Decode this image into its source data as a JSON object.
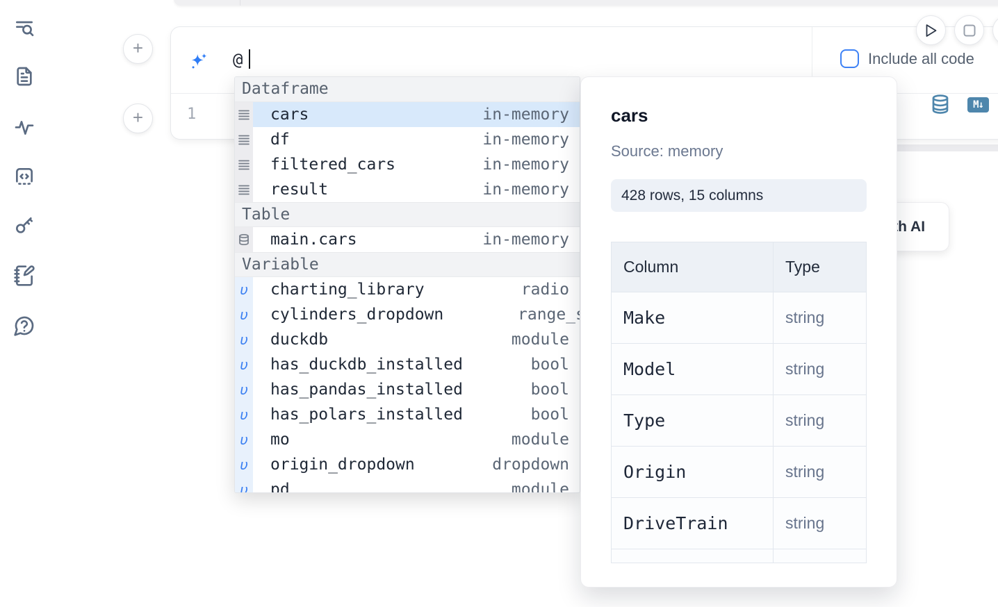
{
  "sidebar": {
    "items": [
      {
        "icon": "list-search-icon"
      },
      {
        "icon": "file-text-icon"
      },
      {
        "icon": "activity-icon"
      },
      {
        "icon": "code-block-icon"
      },
      {
        "icon": "key-icon"
      },
      {
        "icon": "notebook-pen-icon"
      },
      {
        "icon": "help-chat-icon"
      }
    ]
  },
  "run_controls": {
    "run_icon": "play",
    "stop_icon": "square"
  },
  "cell": {
    "ai_input": {
      "value": "@"
    },
    "include_all_code": {
      "label": "Include all code",
      "checked": false
    },
    "editor": {
      "line_number": "1"
    },
    "language_buttons": [
      {
        "icon": "database-icon"
      },
      {
        "icon": "markdown-icon",
        "badge": "M↓"
      }
    ]
  },
  "generate_ai_button": {
    "label": "with AI"
  },
  "autocomplete": {
    "sections": [
      {
        "label": "Dataframe",
        "items": [
          {
            "name": "cars",
            "type": "in-memory",
            "selected": true
          },
          {
            "name": "df",
            "type": "in-memory"
          },
          {
            "name": "filtered_cars",
            "type": "in-memory"
          },
          {
            "name": "result",
            "type": "in-memory"
          }
        ]
      },
      {
        "label": "Table",
        "items": [
          {
            "name": "main.cars",
            "type": "in-memory"
          }
        ]
      },
      {
        "label": "Variable",
        "items": [
          {
            "name": "charting_library",
            "type": "radio"
          },
          {
            "name": "cylinders_dropdown",
            "type": "range_slider"
          },
          {
            "name": "duckdb",
            "type": "module"
          },
          {
            "name": "has_duckdb_installed",
            "type": "bool"
          },
          {
            "name": "has_pandas_installed",
            "type": "bool"
          },
          {
            "name": "has_polars_installed",
            "type": "bool"
          },
          {
            "name": "mo",
            "type": "module"
          },
          {
            "name": "origin_dropdown",
            "type": "dropdown"
          },
          {
            "name": "pd",
            "type": "module"
          }
        ]
      }
    ]
  },
  "preview": {
    "title": "cars",
    "source": "Source: memory",
    "shape_badge": "428 rows, 15 columns",
    "table": {
      "headers": [
        "Column",
        "Type"
      ],
      "rows": [
        [
          "Make",
          "string"
        ],
        [
          "Model",
          "string"
        ],
        [
          "Type",
          "string"
        ],
        [
          "Origin",
          "string"
        ],
        [
          "DriveTrain",
          "string"
        ]
      ]
    }
  },
  "colors": {
    "accent": "#3b82f6",
    "selection": "#d8e9fb",
    "steel_blue": "#4e86ac"
  }
}
